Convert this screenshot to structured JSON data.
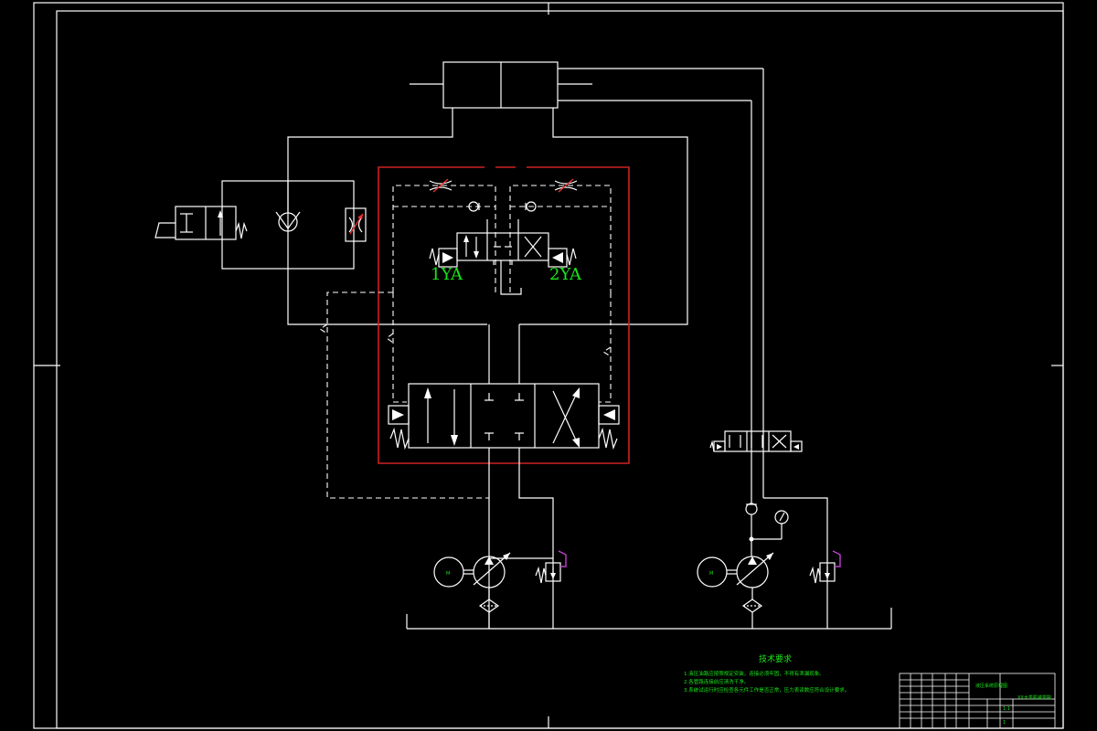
{
  "labels": {
    "solenoid_1": "1YA",
    "solenoid_2": "2YA",
    "motor_left": "M",
    "motor_right": "M"
  },
  "notes": {
    "title": "技术要求",
    "items": [
      "1.液压油路应按照规定安装，连接必须牢固，不得有泄漏现象。",
      "2.各管路连接前应清洗干净。",
      "3.系统试运行时应检查各元件工作是否正常，压力表读数应符合设计要求。"
    ]
  },
  "title_block": {
    "drawing_name": "液压系统原理图",
    "school": "XX大学机械学院",
    "scale": "1:1",
    "sheet": "1"
  },
  "colors": {
    "background": "#000000",
    "lines": "#ffffff",
    "box": "#cc2222",
    "text": "#19e619",
    "relief_vent": "#c040d0"
  }
}
